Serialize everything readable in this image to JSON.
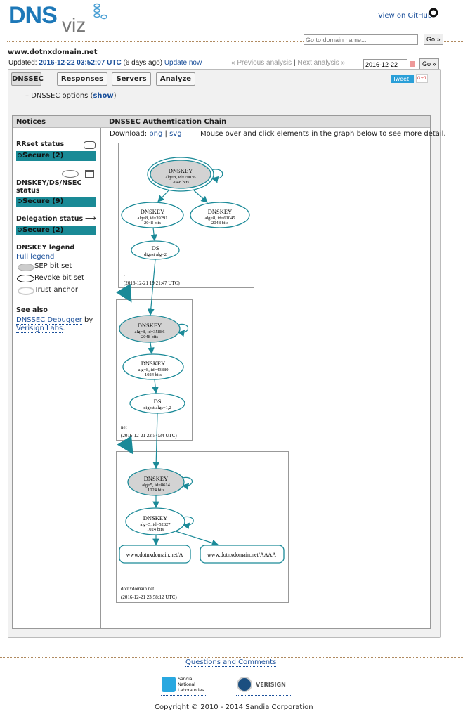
{
  "header": {
    "logo_main": "DNS",
    "logo_sub": "viz",
    "github_link": "View on GitHub",
    "search_placeholder": "Go to domain name...",
    "go_label": "Go »"
  },
  "analysis": {
    "domain": "www.dotnxdomain.net",
    "updated_label": "Updated:",
    "updated_time": "2016-12-22 03:52:07 UTC",
    "ago": "(6 days ago)",
    "update_now": "Update now",
    "prev": "« Previous analysis",
    "sep": "|",
    "next": "Next analysis »",
    "date_value": "2016-12-22",
    "go_label": "Go »"
  },
  "tabs": [
    {
      "label": "DNSSEC",
      "active": true
    },
    {
      "label": "Responses"
    },
    {
      "label": "Servers"
    },
    {
      "label": "Analyze"
    }
  ],
  "social": {
    "tweet": "Tweet",
    "gplus": "G+1"
  },
  "options": {
    "prefix": "– DNSSEC options (",
    "show": "show",
    "suffix": ")"
  },
  "notices": {
    "title": "Notices",
    "rrset_title": "RRset status",
    "rrset_badge": "Secure (2)",
    "dnskey_title": "DNSKEY/DS/NSEC status",
    "dnskey_badge": "Secure (9)",
    "deleg_title": "Delegation status",
    "deleg_badge": "Secure (2)",
    "legend_title": "DNSKEY legend",
    "full_legend": "Full legend",
    "legend": [
      "SEP bit set",
      "Revoke bit set",
      "Trust anchor"
    ],
    "see_also": "See also",
    "debugger": "DNSSEC Debugger",
    "by": "by",
    "verisign_labs": "Verisign Labs",
    "period": ".",
    "status_color": "#1a8a96"
  },
  "chain": {
    "title": "DNSSEC Authentication Chain",
    "download": "Download:",
    "png": "png",
    "svg": "svg",
    "pipe": "|",
    "hint": "Mouse over and click elements in the graph below to see more detail.",
    "zones": [
      {
        "name": ".",
        "time": "(2016-12-21 19:21:47 UTC)",
        "nodes": [
          {
            "t": "DNSKEY",
            "l1": "alg=8, id=19036",
            "l2": "2048 bits"
          },
          {
            "t": "DNSKEY",
            "l1": "alg=8, id=39291",
            "l2": "2048 bits"
          },
          {
            "t": "DNSKEY",
            "l1": "alg=8, id=61045",
            "l2": "2048 bits"
          },
          {
            "t": "DS",
            "l1": "digest alg=2"
          }
        ]
      },
      {
        "name": "net",
        "time": "(2016-12-21 22:54:34 UTC)",
        "nodes": [
          {
            "t": "DNSKEY",
            "l1": "alg=8, id=35886",
            "l2": "2048 bits"
          },
          {
            "t": "DNSKEY",
            "l1": "alg=8, id=43880",
            "l2": "1024 bits"
          },
          {
            "t": "DS",
            "l1": "digest algs=1,2"
          }
        ]
      },
      {
        "name": "dotnxdomain.net",
        "time": "(2016-12-21 23:58:12 UTC)",
        "nodes": [
          {
            "t": "DNSKEY",
            "l1": "alg=5, id=8614",
            "l2": "1024 bits"
          },
          {
            "t": "DNSKEY",
            "l1": "alg=5, id=52827",
            "l2": "1024 bits"
          }
        ],
        "rrsets": [
          "www.dotnxdomain.net/A",
          "www.dotnxdomain.net/AAAA"
        ]
      }
    ],
    "edge_color": "#1b8a98"
  },
  "footer": {
    "questions": "Questions and Comments",
    "sandia": "Sandia National Laboratories",
    "verisign": "VERISIGN",
    "copyright": "Copyright © 2010 - 2014 Sandia Corporation"
  }
}
